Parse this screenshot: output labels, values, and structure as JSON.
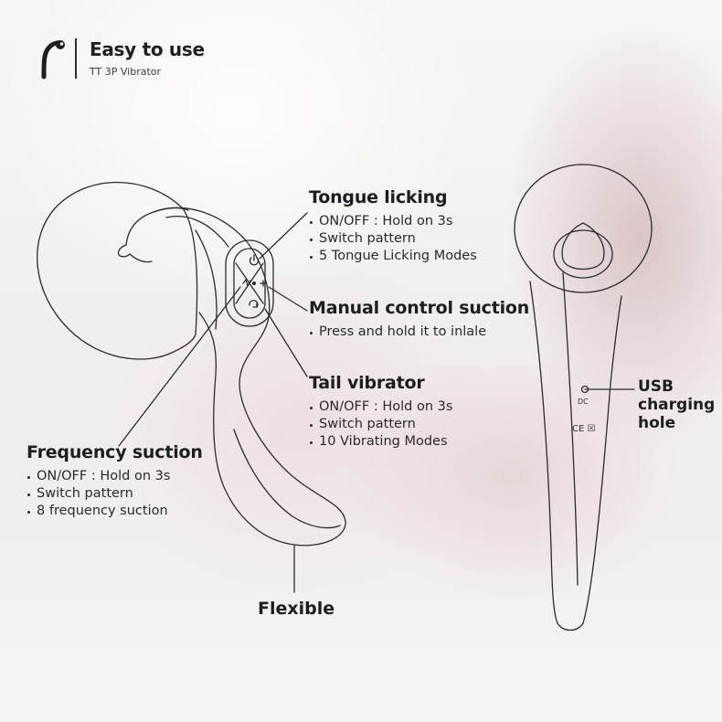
{
  "header": {
    "title": "Easy to use",
    "subtitle": "TT 3P Vibrator"
  },
  "callouts": {
    "tongue": {
      "title": "Tongue licking",
      "items": [
        "ON/OFF : Hold on 3s",
        "Switch pattern",
        "5 Tongue Licking Modes"
      ]
    },
    "manual": {
      "title": "Manual control suction",
      "items": [
        "Press and hold it to inlale"
      ]
    },
    "tail": {
      "title": "Tail vibrator",
      "items": [
        "ON/OFF : Hold on 3s",
        "Switch pattern",
        "10 Vibrating Modes"
      ]
    },
    "frequency": {
      "title": "Frequency suction",
      "items": [
        "ON/OFF : Hold on 3s",
        "Switch pattern",
        "8 frequency suction"
      ]
    }
  },
  "labels": {
    "flexible": "Flexible",
    "usb": "USB charging hole",
    "dc": "DC",
    "ce": "CE ☒"
  },
  "icons": {
    "logo": "brand-logo",
    "power": "power-icon",
    "wave": "wave-icon",
    "plus": "plus-icon",
    "center": "center-dot-icon",
    "cycle": "cycle-icon"
  },
  "colors": {
    "ink": "#2b2b2b",
    "background": "#f6f2f2",
    "skin": "#d5bebe"
  }
}
